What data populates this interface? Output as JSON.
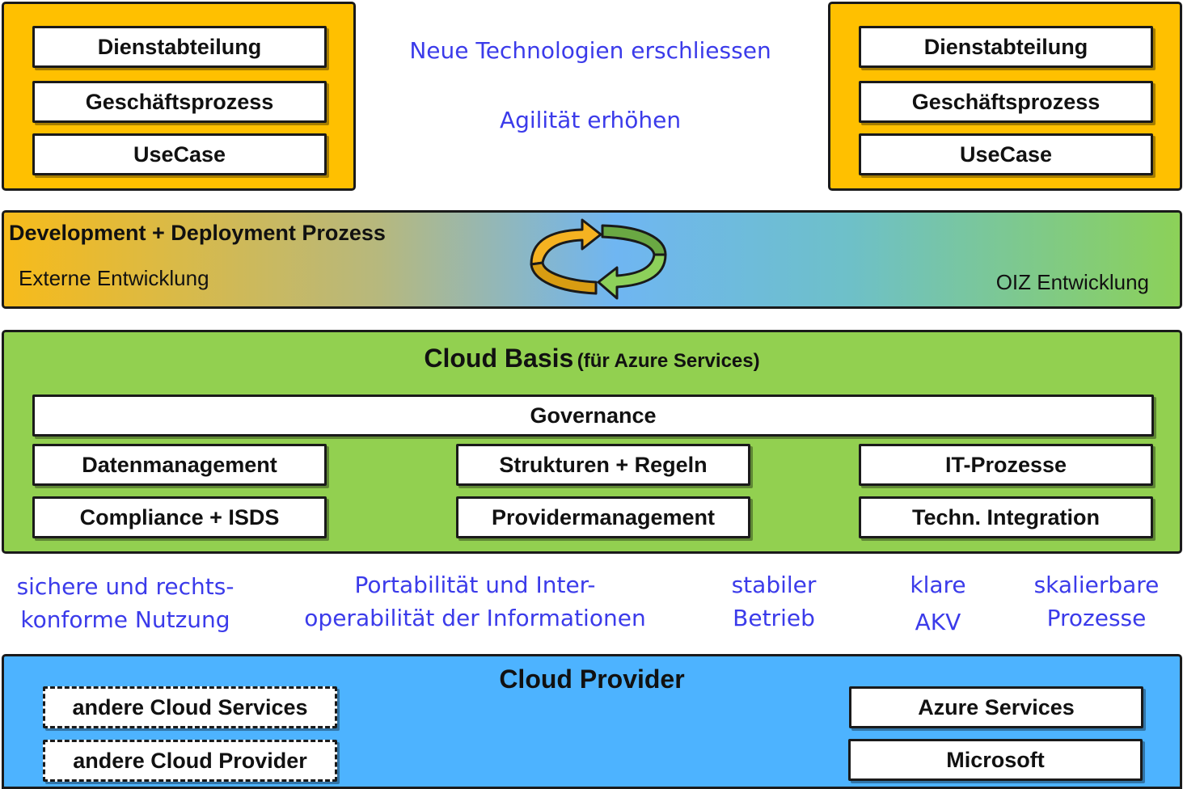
{
  "top_left": {
    "boxes": [
      "Dienstabteilung",
      "Geschäftsprozess",
      "UseCase"
    ]
  },
  "top_right": {
    "boxes": [
      "Dienstabteilung",
      "Geschäftsprozess",
      "UseCase"
    ]
  },
  "top_center": {
    "line1": "Neue Technologien erschliessen",
    "line2": "Agilität erhöhen"
  },
  "dev_band": {
    "title": "Development + Deployment Prozess",
    "left_label": "Externe Entwicklung",
    "right_label": "OIZ Entwicklung"
  },
  "cloud_basis": {
    "title": "Cloud Basis",
    "subtitle": "(für Azure Services)",
    "governance": "Governance",
    "left": [
      "Datenmanagement",
      "Compliance + ISDS"
    ],
    "center": [
      "Strukturen + Regeln",
      "Providermanagement"
    ],
    "right": [
      "IT-Prozesse",
      "Techn. Integration"
    ]
  },
  "benefits": [
    {
      "line1": "sichere und rechts-",
      "line2": "konforme Nutzung"
    },
    {
      "line1": "Portabilität und Inter-",
      "line2": "operabilität der Informationen"
    },
    {
      "line1": "stabiler",
      "line2": "Betrieb"
    },
    {
      "line1": "klare",
      "line2": "AKV"
    },
    {
      "line1": "skalierbare",
      "line2": "Prozesse"
    }
  ],
  "cloud_provider": {
    "title": "Cloud Provider",
    "left": [
      "andere Cloud Services",
      "andere Cloud Provider"
    ],
    "right": [
      "Azure Services",
      "Microsoft"
    ]
  },
  "colors": {
    "orange": "#ffc000",
    "green": "#92d050",
    "blue": "#4db3ff",
    "accent_text": "#3b3bea"
  },
  "icons": [
    "cycle-arrows-icon"
  ]
}
